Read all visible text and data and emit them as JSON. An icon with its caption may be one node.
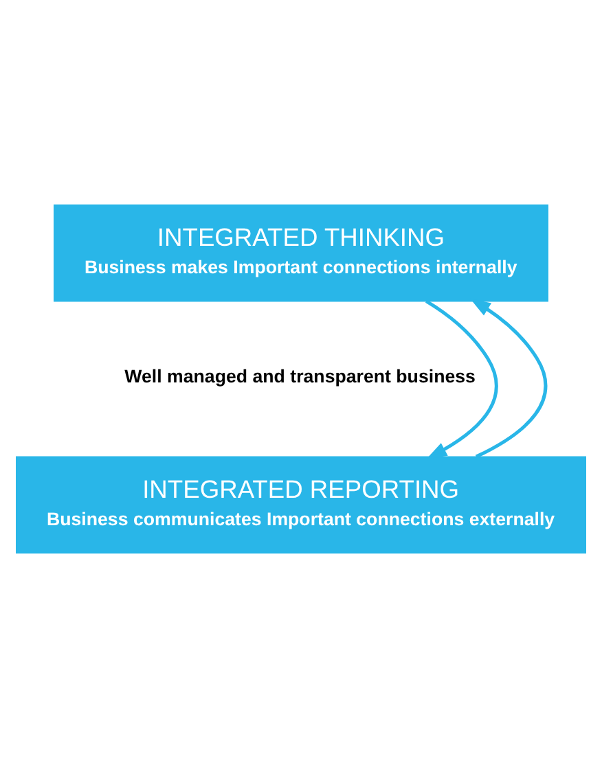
{
  "diagram": {
    "nodes": [
      {
        "text": [
          "INTEGRATED THINKING",
          "Business makes Important connections internally"
        ]
      },
      {
        "text": [
          "Well managed and transparent business"
        ]
      },
      {
        "text": [
          "INTEGRATED REPORTING",
          "Business communicates Important connections externally"
        ]
      }
    ],
    "edges": [
      {
        "from": 2,
        "to": 0,
        "arrow": "to",
        "color": "#29b6e8"
      },
      {
        "from": 0,
        "to": 2,
        "arrow": "to",
        "color": "#29b6e8"
      }
    ]
  }
}
